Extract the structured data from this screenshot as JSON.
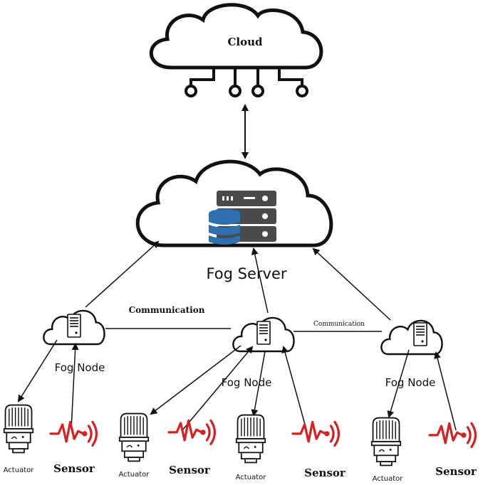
{
  "cloud": {
    "label": "Cloud"
  },
  "fog_server": {
    "label": "Fog Server"
  },
  "links": {
    "left_label": "Communication",
    "right_label": "Communication"
  },
  "fog_nodes": [
    {
      "label": "Fog Node"
    },
    {
      "label": "Fog Node"
    },
    {
      "label": "Fog Node"
    }
  ],
  "devices": {
    "actuator_label": "Actuator",
    "sensor_label": "Sensor"
  },
  "colors": {
    "stroke": "#111111",
    "database": "#2e6fb0",
    "server_rack": "#4a4a4a",
    "sensor_wave": "#d42121"
  }
}
